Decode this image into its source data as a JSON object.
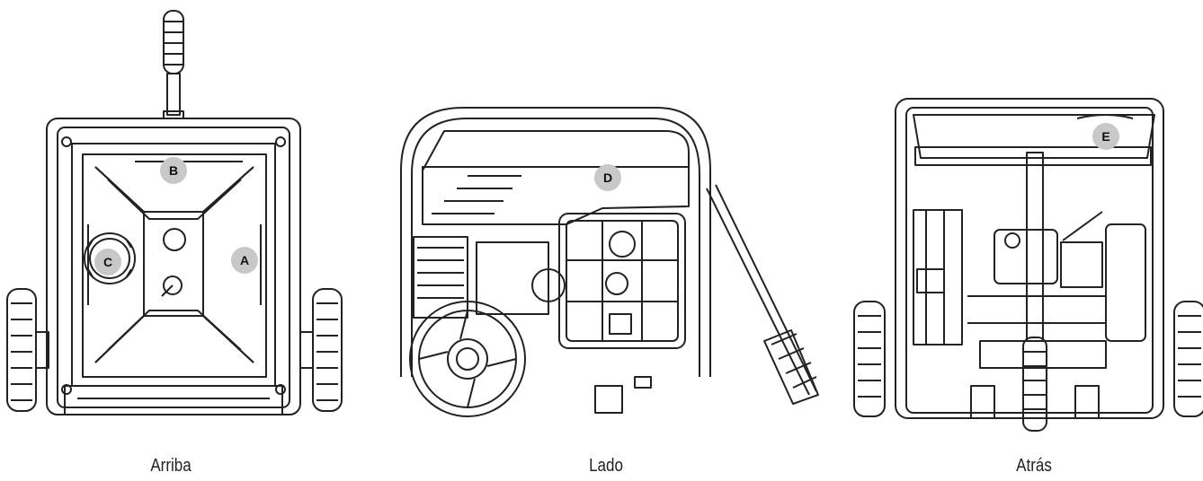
{
  "views": {
    "top": {
      "caption": "Arriba"
    },
    "side": {
      "caption": "Lado"
    },
    "rear": {
      "caption": "Atrás"
    }
  },
  "callouts": {
    "A": "A",
    "B": "B",
    "C": "C",
    "D": "D",
    "E": "E"
  },
  "colors": {
    "line": "#222222",
    "callout_fill": "#c8c8c8",
    "background": "#ffffff"
  }
}
